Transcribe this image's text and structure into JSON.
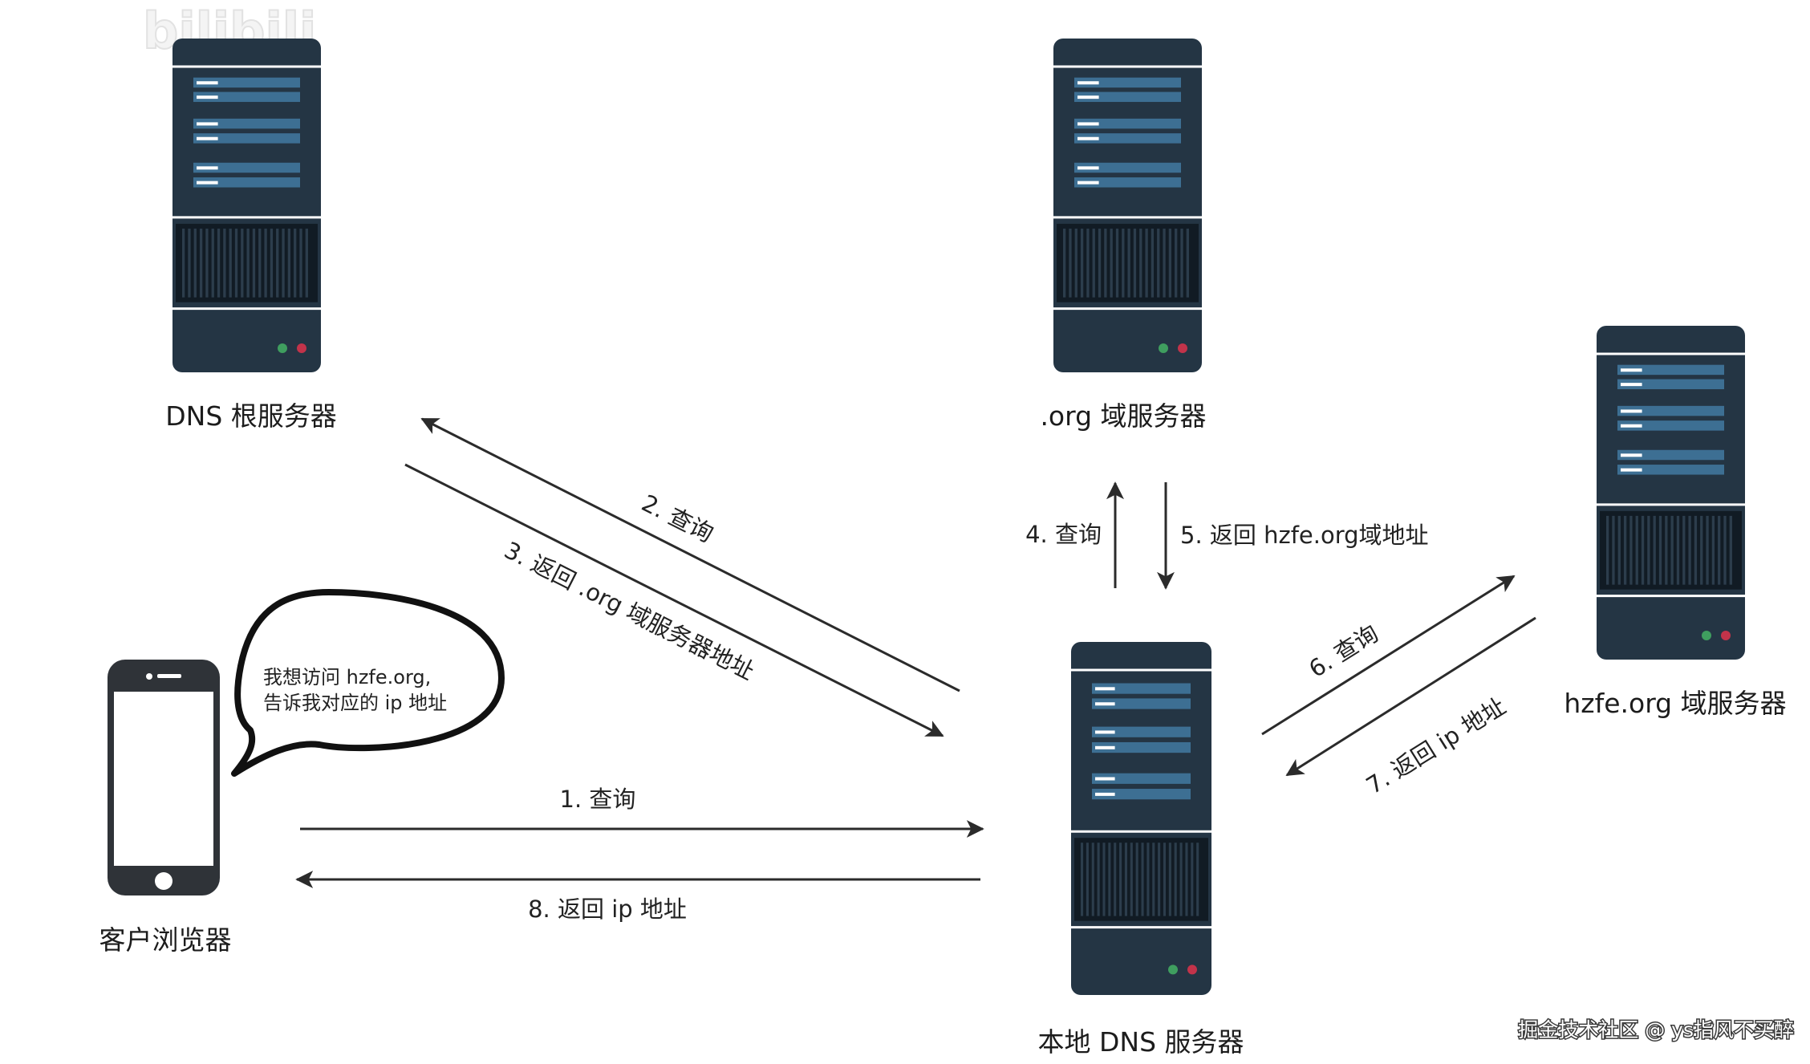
{
  "logo": "bilibili",
  "watermark": "掘金技术社区 @ ys指风不买醉",
  "nodes": {
    "root_server": "DNS 根服务器",
    "org_server": ".org 域服务器",
    "hzfe_server": "hzfe.org 域服务器",
    "local_server": "本地 DNS 服务器",
    "client": "客户浏览器"
  },
  "speech_bubble": {
    "line1": "我想访问 hzfe.org,",
    "line2": "告诉我对应的 ip 地址"
  },
  "steps": {
    "s1": "1. 查询",
    "s2": "2. 查询",
    "s3": "3. 返回 .org 域服务器地址",
    "s4": "4. 查询",
    "s5": "5. 返回 hzfe.org域地址",
    "s6": "6. 查询",
    "s7": "7. 返回 ip 地址",
    "s8": "8. 返回 ip 地址"
  },
  "colors": {
    "server_body": "#243544",
    "server_panel": "#3d6f93",
    "server_bar": "#ffffff",
    "led_green": "#3f9e5f",
    "led_red": "#c2334a",
    "arrow": "#2b2b2b",
    "phone_body": "#2f3338"
  },
  "icons": {
    "server": "server-rack-icon",
    "phone": "smartphone-icon",
    "bubble": "speech-bubble-icon"
  }
}
